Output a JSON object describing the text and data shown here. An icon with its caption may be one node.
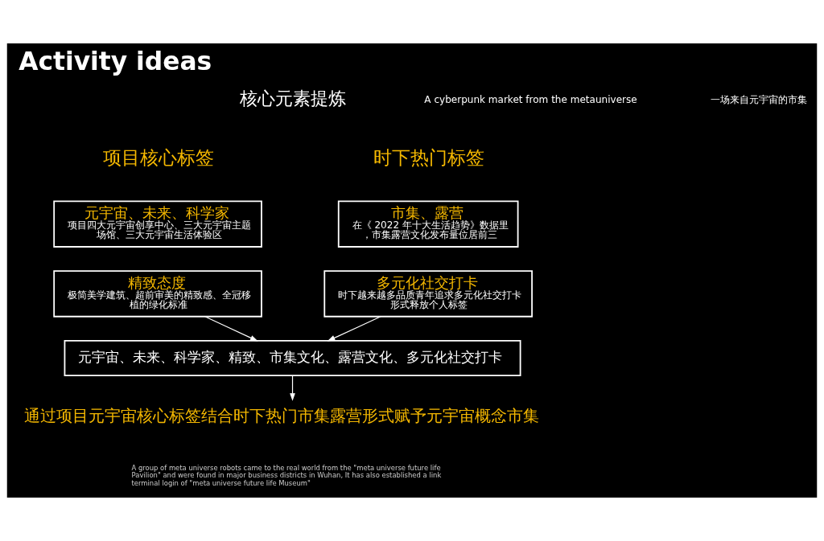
{
  "diagram": {
    "title": "Activity ideas",
    "nodes": [
      {
        "text": [
          "元宇宙、未来、科学家",
          "项目四大元宇宙创享中心、三大元宇宙主题场馆、三大元宇宙生活体验区"
        ]
      },
      {
        "text": [
          "精致态度",
          "极简美学建筑、超前审美的精致感、全冠移植的绿化标准"
        ]
      },
      {
        "text": [
          "市集、露营",
          "在《 2022 年十大生活趋势》数据里，市集露营文化发布量位居前三"
        ]
      },
      {
        "text": [
          "多元化社交打卡",
          "时下越来越多品质青年追求多元化社交打卡形式释放个人标签"
        ]
      },
      {
        "text": [
          "元宇宙、未来、科学家、精致、市集文化、露营文化、多元化社交打卡"
        ]
      },
      {
        "text": [
          "通过项目元宇宙核心标签结合时下热门市集露营形式赋予元宇宙概念市集"
        ]
      }
    ],
    "edges": [
      {
        "from": 1,
        "to": 4,
        "arrow": "to"
      },
      {
        "from": 3,
        "to": 4,
        "arrow": "to"
      },
      {
        "from": 4,
        "to": 5,
        "arrow": "to"
      }
    ],
    "labels": [
      "核心元素提炼",
      "A cyberpunk market from the metauniverse",
      "一场来自元宇宙的市集",
      "项目核心标签",
      "时下热门标签",
      "A group of meta universe robots came to the real world from the \"meta universe future life Pavilion\" and were found in major business districts in Wuhan, It has also established a link terminal login of \"meta universe future life Museum\""
    ]
  }
}
